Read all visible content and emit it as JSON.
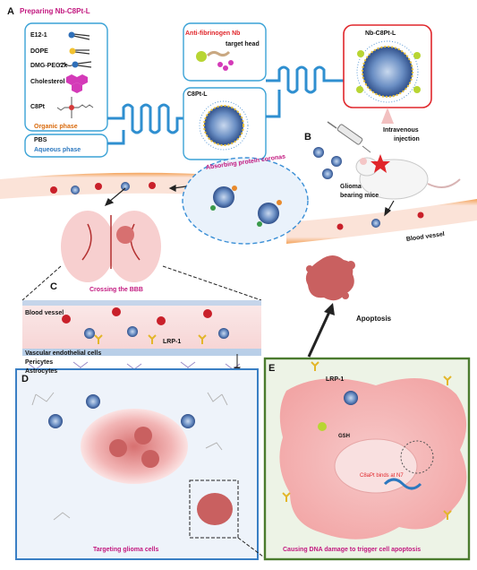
{
  "panel_a": {
    "letter": "A",
    "title": "Preparing Nb-C8Pt-L",
    "components": [
      "E12-1",
      "DOPE",
      "DMG-PEG2k",
      "Cholesterol",
      "C8Pt"
    ],
    "organic_phase": "Organic phase",
    "pbs": "PBS",
    "aqueous_phase": "Aqueous phase",
    "nb_title": "Anti-fibrinogen Nb",
    "nb_subtitle": "target head",
    "c8ptl_label": "C8Pt-L",
    "product_label": "Nb-C8Pt-L"
  },
  "panel_b": {
    "letter": "B",
    "injection_line1": "Intravenous",
    "injection_line2": "injection",
    "mice_line1": "Glioma",
    "mice_line2": "bearing mice",
    "corona": "Absorbing protein coronas",
    "blood_vessel": "Blood vessel"
  },
  "panel_c": {
    "letter": "C",
    "title": "Crossing the BBB",
    "blood_vessel": "Blood vessel",
    "lrp1": "LRP-1",
    "endothelial": "Vascular endothelial cells",
    "pericytes": "Pericytes",
    "astrocytes": "Astrocytes"
  },
  "apoptosis": "Apoptosis",
  "panel_d": {
    "letter": "D",
    "title": "Targeting glioma cells"
  },
  "panel_e": {
    "letter": "E",
    "lrp1": "LRP-1",
    "gsh": "GSH",
    "binding": "C8aPt binds at N7",
    "title": "Causing DNA damage to trigger cell apoptosis"
  }
}
